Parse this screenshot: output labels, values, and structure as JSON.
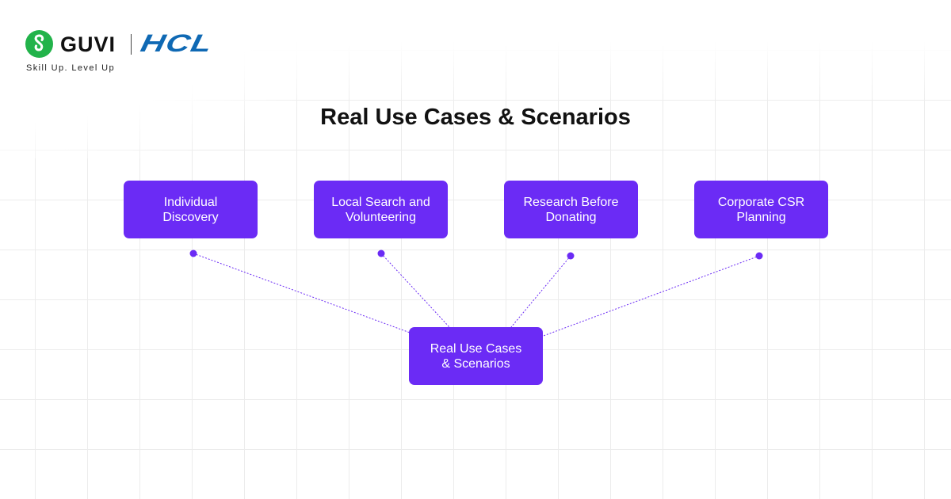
{
  "brand": {
    "name": "GUVI",
    "partner": "HCL",
    "tagline": "Skill Up. Level Up",
    "colors": {
      "guvi_green": "#22b34a",
      "hcl_blue": "#0f69b4"
    }
  },
  "title": "Real Use Cases & Scenarios",
  "diagram": {
    "node_color": "#6b2bf5",
    "connector_color": "#6b2bf5",
    "center": {
      "label": "Real Use Cases\n& Scenarios"
    },
    "branches": [
      {
        "label": "Individual\nDiscovery"
      },
      {
        "label": "Local Search and\nVolunteering"
      },
      {
        "label": "Research Before\nDonating"
      },
      {
        "label": "Corporate CSR\nPlanning"
      }
    ]
  }
}
